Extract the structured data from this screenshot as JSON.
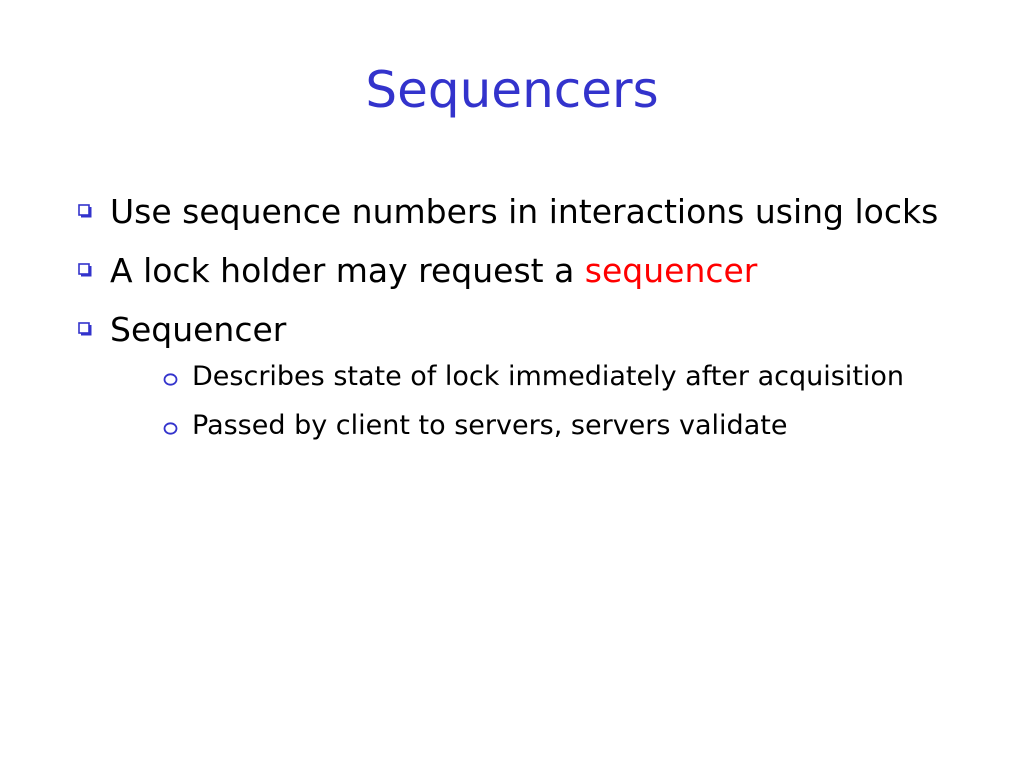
{
  "slide": {
    "title": "Sequencers",
    "bullets": [
      {
        "text": "Use sequence numbers in interactions using locks"
      },
      {
        "text_before": "A lock holder may request a ",
        "highlight": "sequencer"
      },
      {
        "text": "Sequencer",
        "sub_bullets": [
          "Describes state of lock immediately after acquisition",
          "Passed by client to servers, servers validate"
        ]
      }
    ]
  },
  "colors": {
    "title": "#3333cc",
    "bullet_marker": "#3333cc",
    "highlight": "#ff0000",
    "text": "#000000"
  },
  "icons": {
    "level1_marker": "square-box-icon",
    "level2_marker": "circle-bullet-icon"
  }
}
